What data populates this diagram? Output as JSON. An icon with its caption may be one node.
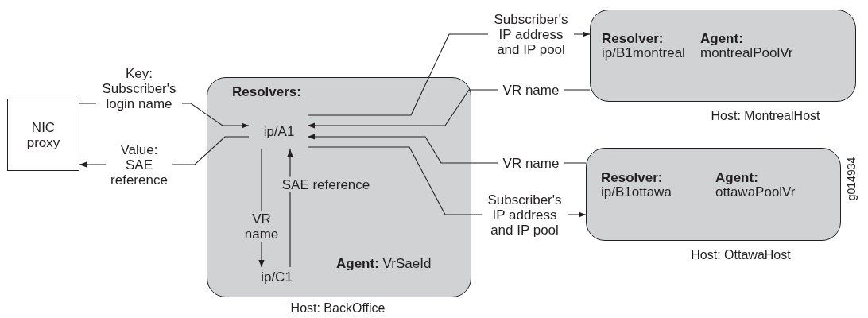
{
  "diagram": {
    "nodes": [
      {
        "text": [
          "NIC proxy"
        ]
      },
      {
        "text": [
          "Resolvers:",
          "**Agent:** VrSaeId"
        ],
        "beside": [
          "Host: BackOffice"
        ]
      },
      {
        "text": [
          "ip/A1"
        ],
        "in": 1
      },
      {
        "text": [
          "ip/C1"
        ],
        "in": 1
      },
      {
        "text": [
          "Resolver:",
          "ip/B1montreal",
          "Agent:",
          "montrealPoolVr"
        ],
        "beside": [
          "Host: MontrealHost"
        ]
      },
      {
        "text": [
          "Resolver:",
          "ip/B1ottawa",
          "Agent:",
          "ottawaPoolVr"
        ],
        "beside": [
          "Host: OttawaHost"
        ]
      }
    ],
    "edges": [
      {
        "from": 0,
        "to": 2,
        "arrow": "to",
        "label": "Key: Subscriber's login name"
      },
      {
        "from": 2,
        "to": 0,
        "arrow": "to",
        "label": "Value: SAE reference"
      },
      {
        "from": 2,
        "to": 4,
        "arrow": "to",
        "label": "Subscriber's IP address and IP pool"
      },
      {
        "from": 4,
        "to": 2,
        "arrow": "to",
        "label": "VR name"
      },
      {
        "from": 5,
        "to": 2,
        "arrow": "to",
        "label": "VR name"
      },
      {
        "from": 2,
        "to": 5,
        "arrow": "to",
        "label": "Subscriber's IP address and IP pool"
      },
      {
        "from": 2,
        "to": 3,
        "arrow": "to",
        "label": "VR name"
      },
      {
        "from": 3,
        "to": 2,
        "arrow": "to",
        "label": "SAE reference"
      }
    ],
    "labels": [
      "g014934"
    ]
  }
}
